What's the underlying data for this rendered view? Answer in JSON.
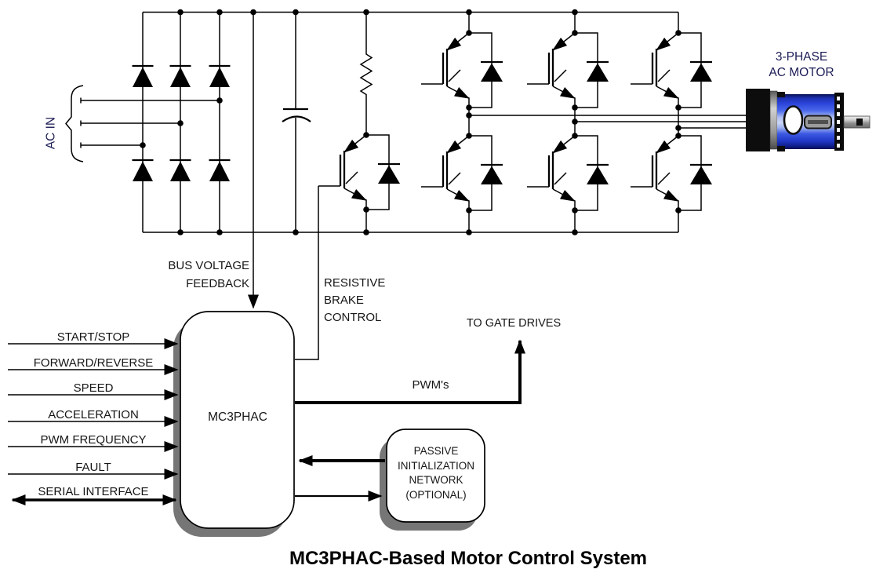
{
  "title": "MC3PHAC-Based Motor Control System",
  "controller": {
    "label": "MC3PHAC"
  },
  "inputs": [
    {
      "label": "START/STOP",
      "bidirectional": false
    },
    {
      "label": "FORWARD/REVERSE",
      "bidirectional": false
    },
    {
      "label": "SPEED",
      "bidirectional": false
    },
    {
      "label": "ACCELERATION",
      "bidirectional": false
    },
    {
      "label": "PWM FREQUENCY",
      "bidirectional": false
    },
    {
      "label": "FAULT",
      "bidirectional": false
    },
    {
      "label": "SERIAL INTERFACE",
      "bidirectional": true
    }
  ],
  "labels": {
    "ac_in": "AC IN",
    "bus_feedback": [
      "BUS VOLTAGE",
      "FEEDBACK"
    ],
    "resistive_brake": [
      "RESISTIVE",
      "BRAKE",
      "CONTROL"
    ],
    "to_gate_drives": "TO GATE DRIVES",
    "pwms": "PWM's",
    "passive_network": [
      "PASSIVE",
      "INITIALIZATION",
      "NETWORK",
      "(OPTIONAL)"
    ],
    "motor": [
      "3-PHASE",
      "AC MOTOR"
    ]
  },
  "colors": {
    "wire": "#000000",
    "text": "#161616",
    "navy_text": "#1c1c55",
    "block_shadow": "#767676",
    "motor_blue": "#2e47dd"
  }
}
